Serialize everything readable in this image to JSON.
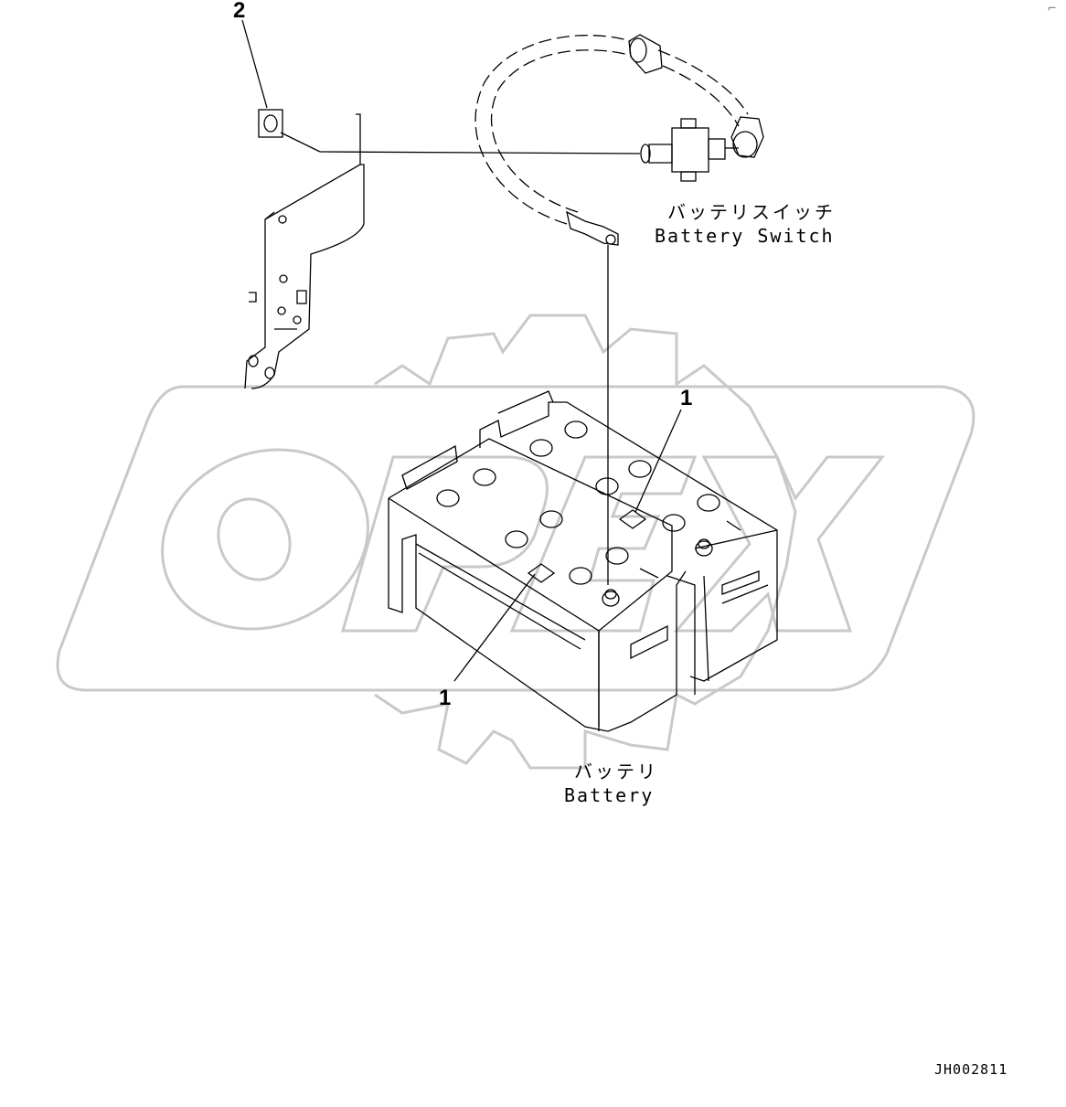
{
  "watermark": {
    "text": "OPEX",
    "color": "#c9c9c9"
  },
  "callouts": {
    "part_1_upper": "1",
    "part_1_lower": "1",
    "part_2": "2"
  },
  "labels": {
    "battery_switch_jp": "バッテリスイッチ",
    "battery_switch_en": "Battery Switch",
    "battery_jp": "バッテリ",
    "battery_en": "Battery"
  },
  "drawing_code": "JH002811",
  "corner_mark": "⌐"
}
